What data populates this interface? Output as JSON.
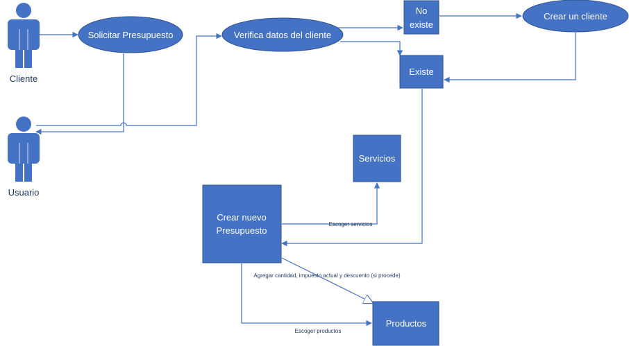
{
  "actors": {
    "cliente": "Cliente",
    "usuario": "Usuario"
  },
  "nodes": {
    "solicitar": "Solicitar Presupuesto",
    "verifica": "Verifica datos del cliente",
    "no_existe_1": "No",
    "no_existe_2": "existe",
    "crear_cliente": "Crear un cliente",
    "existe": "Existe",
    "servicios": "Servicios",
    "crear_presupuesto_1": "Crear nuevo",
    "crear_presupuesto_2": "Presupuesto",
    "productos": "Productos"
  },
  "edges": {
    "escoger_servicios": "Escoger servicios",
    "agregar": "Agregar cantidad, impuesto actual y descuento (si procede)",
    "escoger_productos": "Escoger productos"
  },
  "colors": {
    "fill": "#4472c4",
    "line": "#4472c4",
    "text_on_fill": "#ffffff",
    "label": "#1f3864",
    "actor_label": "#1f3864"
  }
}
